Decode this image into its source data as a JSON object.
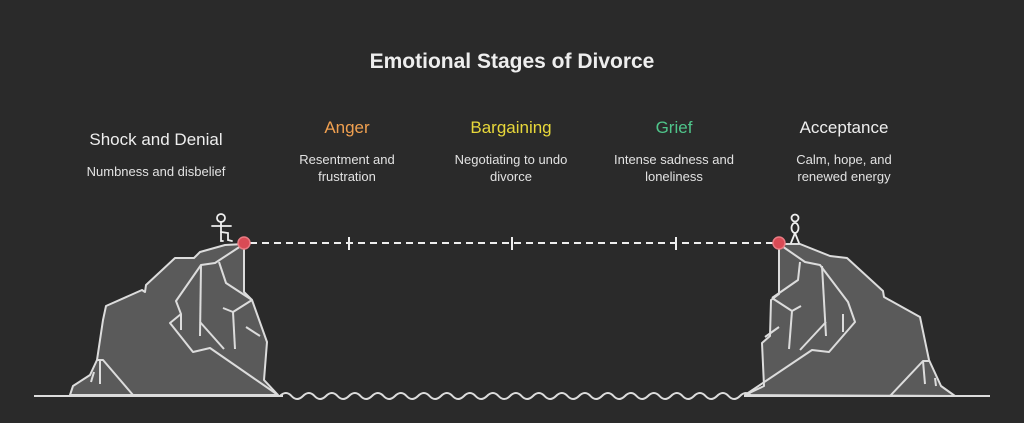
{
  "title": "Emotional Stages of Divorce",
  "stages": [
    {
      "name": "Shock and Denial",
      "description": "Numbness and disbelief",
      "color": "#eeeeee"
    },
    {
      "name": "Anger",
      "description": "Resentment and frustration",
      "color": "#f0a050"
    },
    {
      "name": "Bargaining",
      "description": "Negotiating to undo divorce",
      "color": "#e8d83a"
    },
    {
      "name": "Grief",
      "description": "Intense sadness and loneliness",
      "color": "#4fc48a"
    },
    {
      "name": "Acceptance",
      "description": "Calm, hope, and renewed energy",
      "color": "#eeeeee"
    }
  ],
  "colors": {
    "background": "#2a2a2a",
    "rock_fill": "#5a5a5a",
    "line": "#dcdcdc",
    "anchor": "#d94b55"
  }
}
